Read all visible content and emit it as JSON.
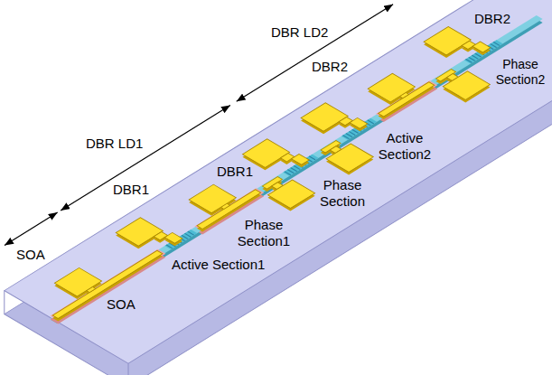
{
  "diagram": {
    "labels": [
      "Phase Section2",
      "DBR2",
      "Active Section2",
      "DBR LD2",
      "DBR2",
      "DBR LD1",
      "DBR1",
      "Phase Section",
      "DBR1",
      "Phase Section1",
      "SOA",
      "Active Section1",
      "SOA"
    ]
  }
}
